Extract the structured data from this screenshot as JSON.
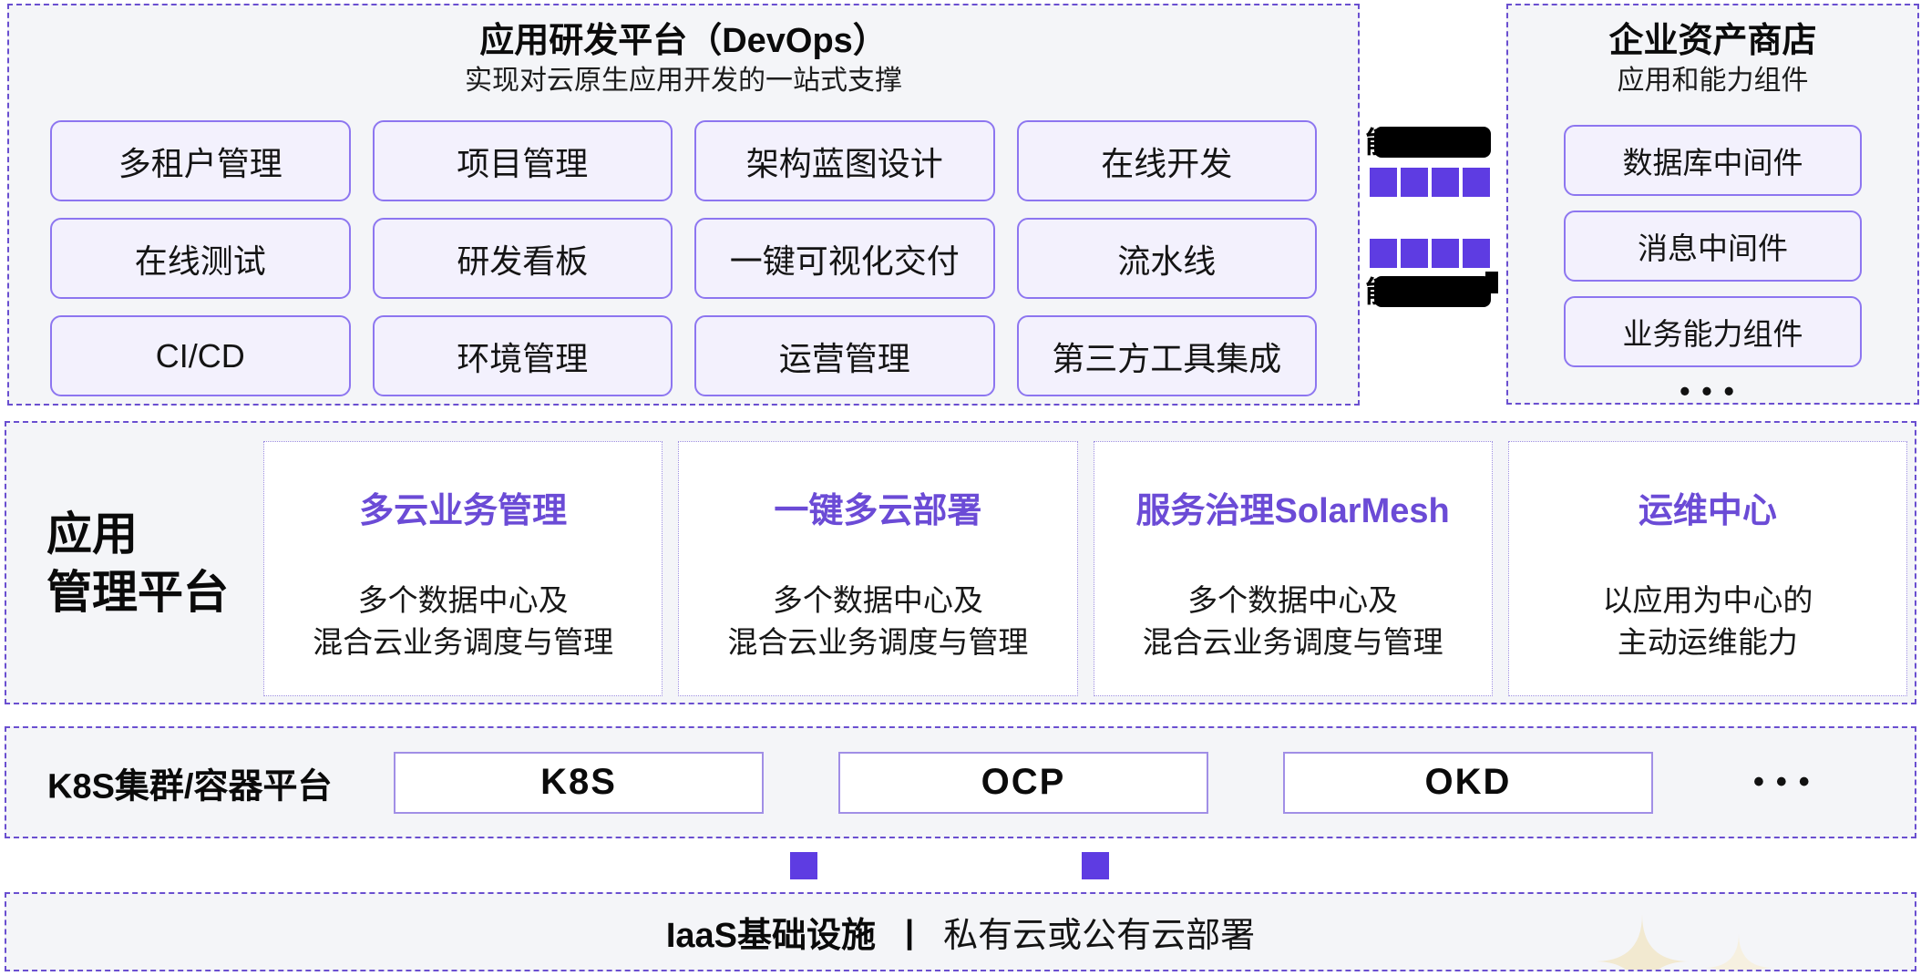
{
  "colors": {
    "accent_purple": "#5e3ce2",
    "panel_border_purple": "#6a4fd0",
    "chip_border_purple": "#8d76f0",
    "chip_bg_lavender": "#f3f1fd",
    "card_title_purple": "#6b4bd6",
    "panel_bg_gray": "#f4f5f8",
    "sparkle_cream": "#f2e9d0"
  },
  "devops_panel": {
    "title": "应用研发平台（DevOps）",
    "subtitle": "实现对云原生应用开发的一站式支撑",
    "items": [
      "多租户管理",
      "项目管理",
      "架构蓝图设计",
      "在线开发",
      "在线测试",
      "研发看板",
      "一键可视化交付",
      "流水线",
      "CI/CD",
      "环境管理",
      "运营管理",
      "第三方工具集成"
    ]
  },
  "capability_flow": {
    "top_visible_char": "能",
    "bottom_visible_char": "能"
  },
  "assets_panel": {
    "title": "企业资产商店",
    "subtitle": "应用和能力组件",
    "items": [
      "数据库中间件",
      "消息中间件",
      "业务能力组件"
    ],
    "more_dots": "•••"
  },
  "mgmt_platform": {
    "label_line1": "应用",
    "label_line2": "管理平台",
    "cards": [
      {
        "title": "多云业务管理",
        "desc_line1": "多个数据中心及",
        "desc_line2": "混合云业务调度与管理"
      },
      {
        "title": "一键多云部署",
        "desc_line1": "多个数据中心及",
        "desc_line2": "混合云业务调度与管理"
      },
      {
        "title": "服务治理SolarMesh",
        "desc_line1": "多个数据中心及",
        "desc_line2": "混合云业务调度与管理"
      },
      {
        "title": "运维中心",
        "desc_line1": "以应用为中心的",
        "desc_line2": "主动运维能力"
      }
    ]
  },
  "k8s_platform": {
    "label": "K8S集群/容器平台",
    "items": [
      "K8S",
      "OCP",
      "OKD"
    ],
    "more_dots": "•••"
  },
  "iaas": {
    "title": "IaaS基础设施",
    "separator": "|",
    "subtitle": "私有云或公有云部署"
  }
}
